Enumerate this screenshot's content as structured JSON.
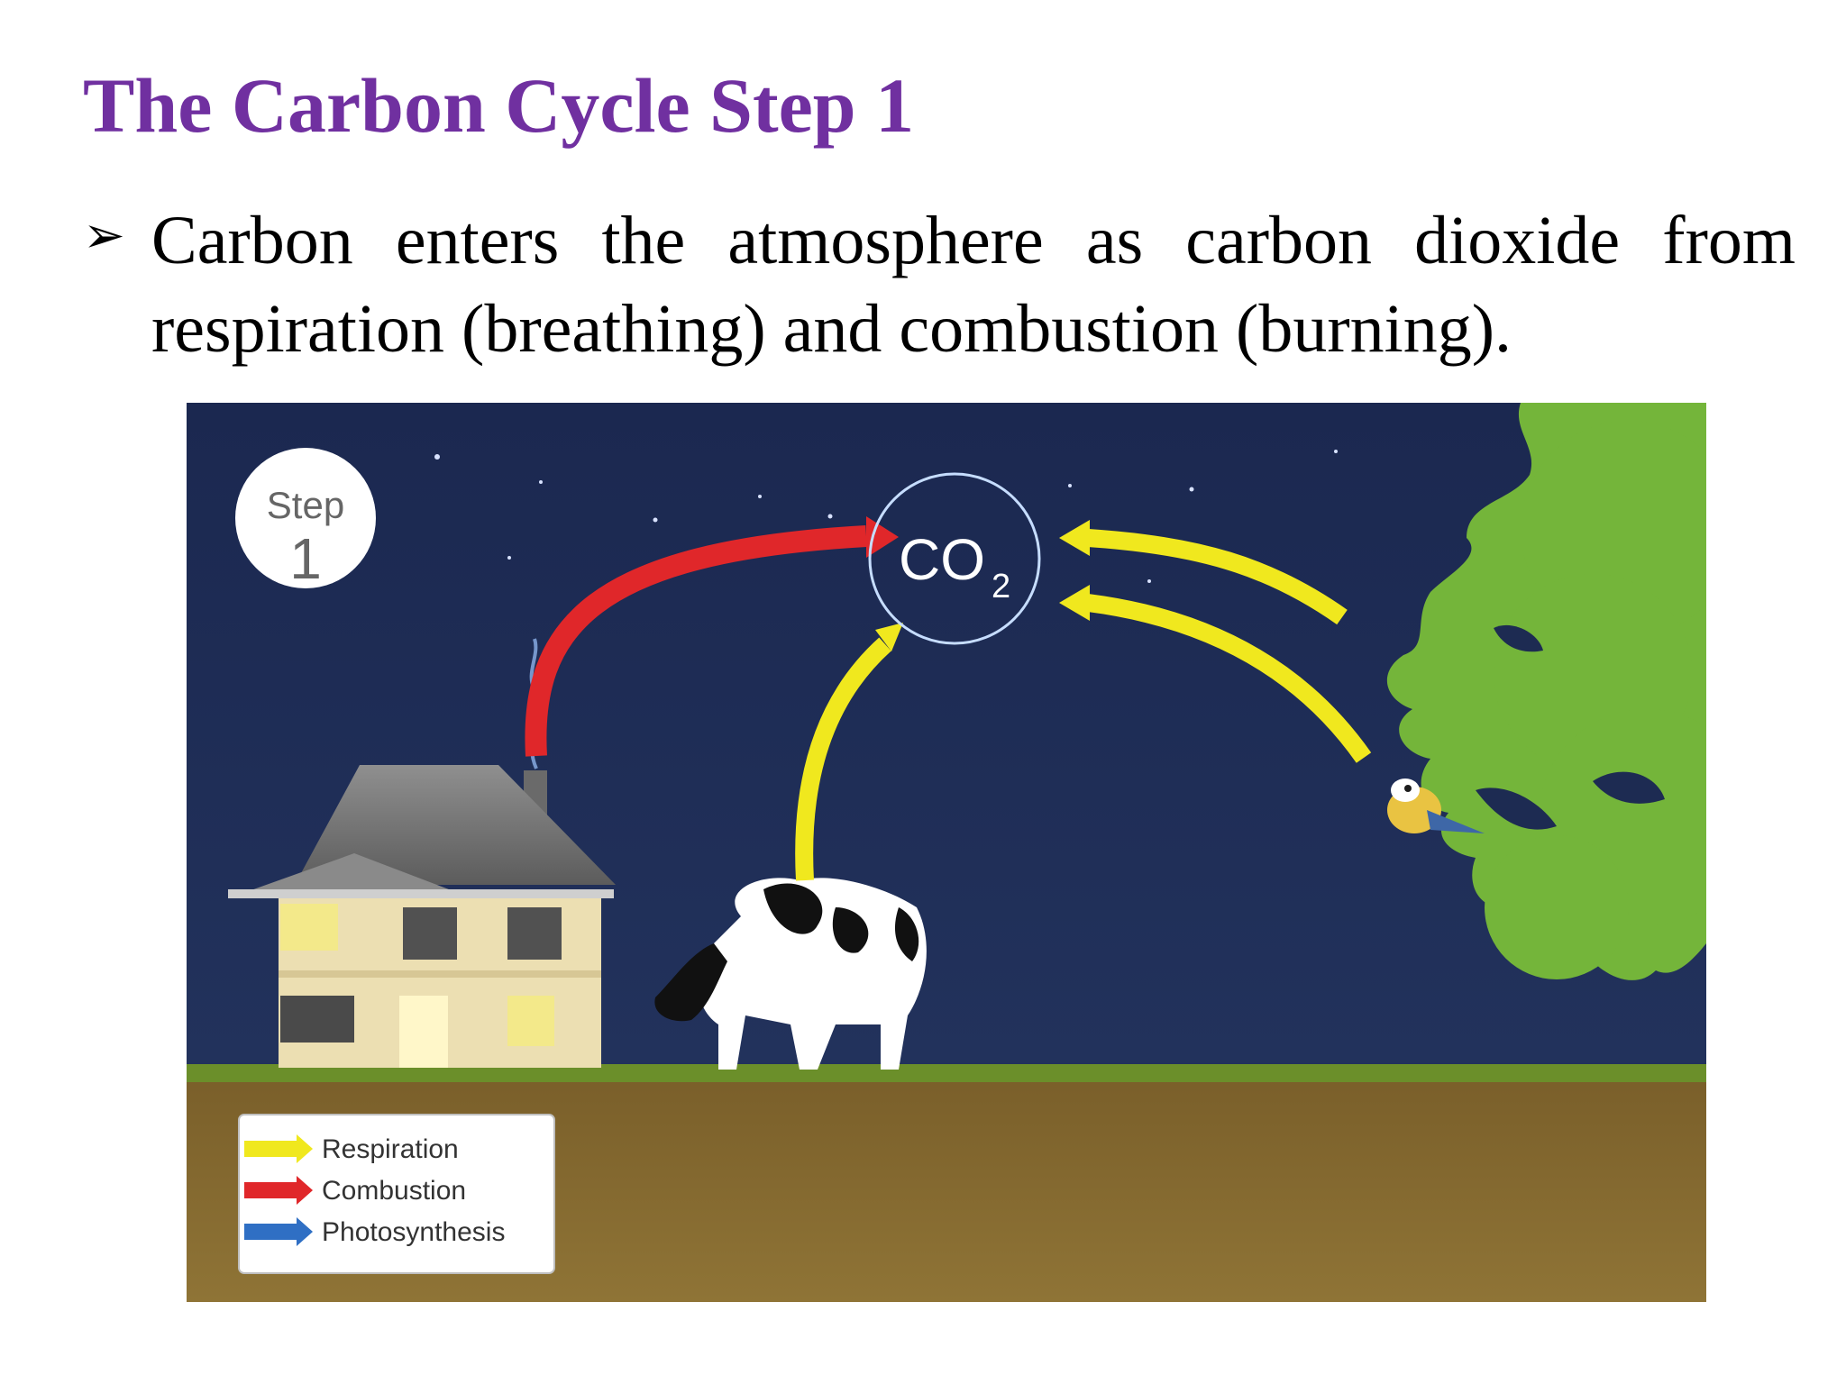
{
  "slide": {
    "title": "The Carbon Cycle Step 1",
    "bullet": "Carbon enters the atmosphere as carbon dioxide from respiration (breathing) and combustion (burning)."
  },
  "diagram": {
    "step_label": "Step",
    "step_number": "1",
    "co2_main": "CO",
    "co2_subscript": "2",
    "legend": [
      {
        "label": "Respiration",
        "color": "#f0e81e"
      },
      {
        "label": "Combustion",
        "color": "#e0272a"
      },
      {
        "label": "Photosynthesis",
        "color": "#2f6fc4"
      }
    ]
  },
  "colors": {
    "title": "#7030a0",
    "sky": "#1d2b52",
    "grass": "#6b8f2a",
    "soil": "#84692f",
    "tree": "#74b53a",
    "respiration": "#f0e81e",
    "combustion": "#e0272a"
  }
}
